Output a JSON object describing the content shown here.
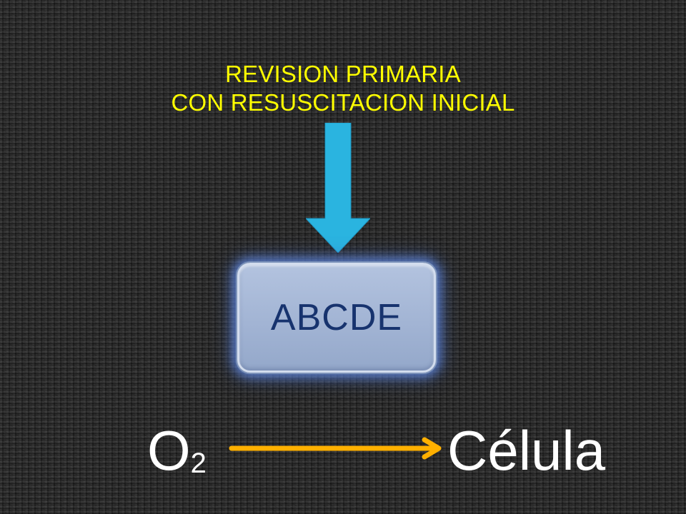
{
  "slide": {
    "title_line1": "REVISION PRIMARIA",
    "title_line2": "CON RESUSCITACION INICIAL",
    "box_label": "ABCDE",
    "left_term": "O",
    "left_term_subscript": "2",
    "right_term": "Célula"
  },
  "colors": {
    "title": "#ffff00",
    "down_arrow": "#2ab4e0",
    "box_fill": "#a8b9d8",
    "box_text": "#17336e",
    "flow_arrow": "#ffb000",
    "text": "#ffffff"
  },
  "icons": {
    "down_arrow": "arrow-down",
    "flow_arrow": "arrow-right"
  }
}
